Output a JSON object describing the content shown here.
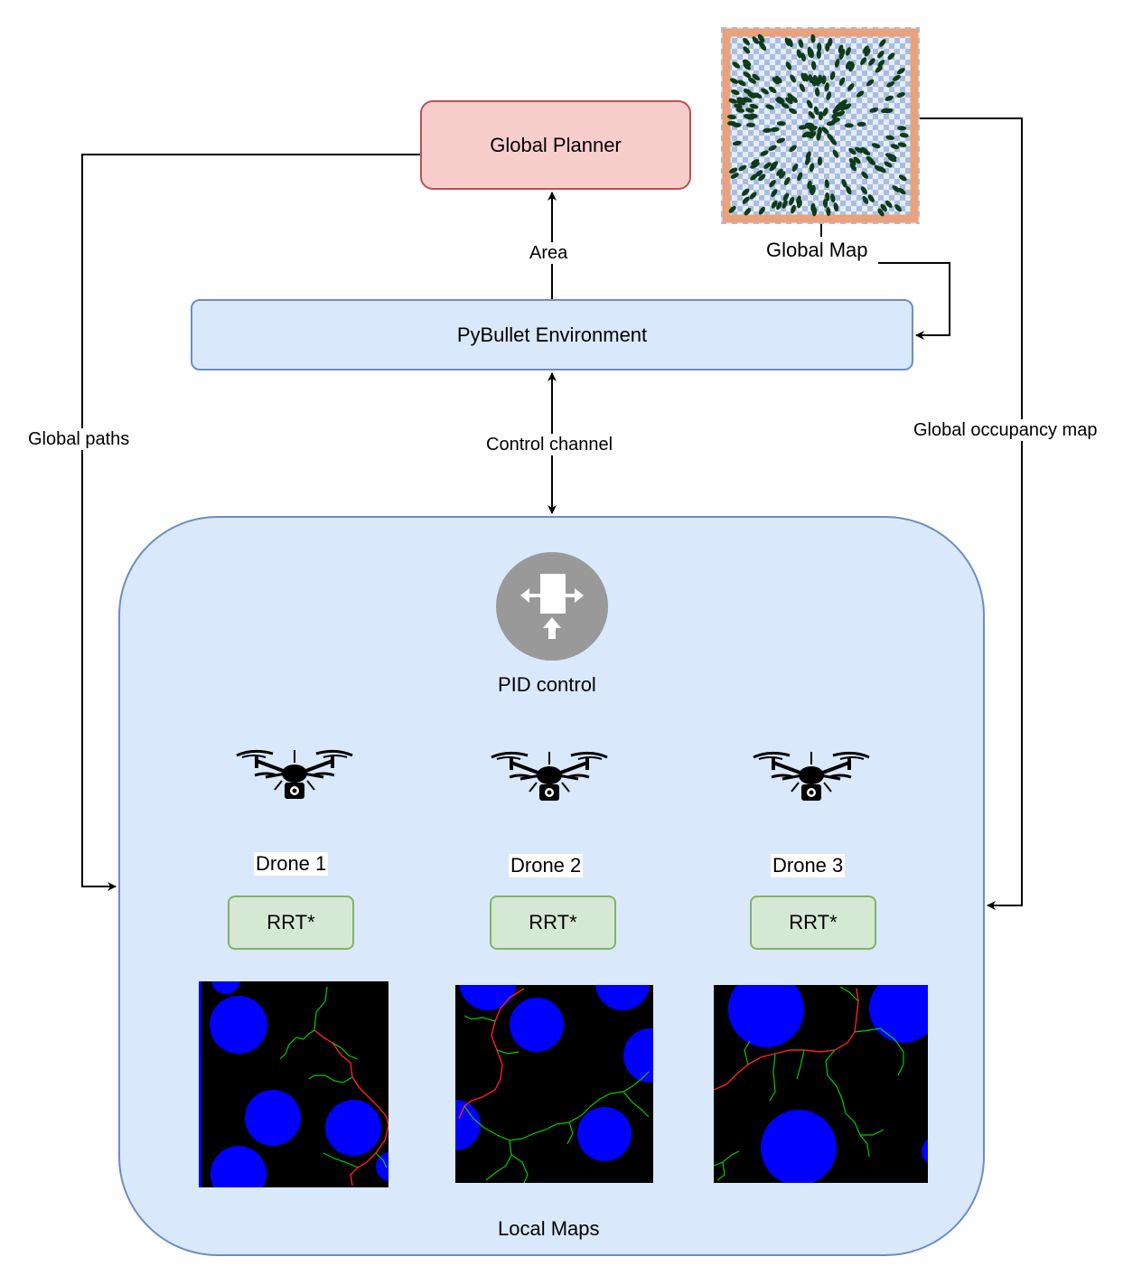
{
  "global_planner": {
    "label": "Global Planner"
  },
  "pybullet": {
    "label": "PyBullet Environment"
  },
  "edges": {
    "area": "Area",
    "control_channel": "Control channel",
    "global_paths": "Global paths",
    "global_occupancy_map": "Global occupancy map",
    "global_map": "Global Map"
  },
  "controller": {
    "label": "PID control",
    "icon": "controller-icon"
  },
  "drones": [
    {
      "name": "Drone 1",
      "planner": "RRT*"
    },
    {
      "name": "Drone 2",
      "planner": "RRT*"
    },
    {
      "name": "Drone 3",
      "planner": "RRT*"
    }
  ],
  "local_maps_label": "Local Maps",
  "colors": {
    "planner_fill": "#f8cecc",
    "env_fill": "#dae8fc",
    "rrt_fill": "#d5e8d4",
    "obstacle": "#0000ff",
    "tree": "#00cc00",
    "path": "#ff0000"
  }
}
